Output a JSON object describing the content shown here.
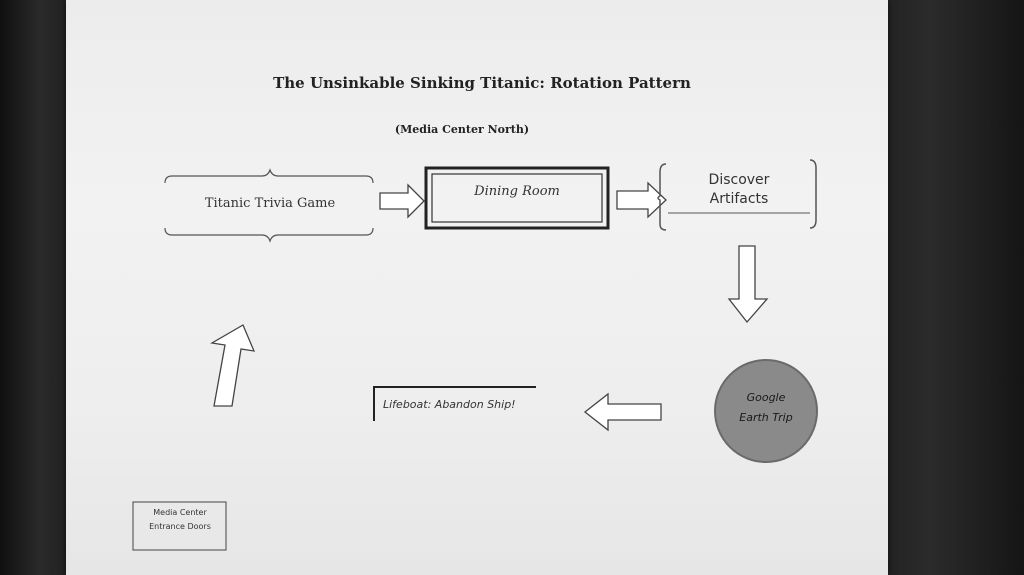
{
  "title": "The Unsinkable Sinking Titanic: Rotation Pattern",
  "subtitle": "(Media Center North)",
  "nodes": {
    "trivia": "Titanic Trivia Game",
    "dining": "Dining Room",
    "discover_line1": "Discover",
    "discover_line2": "Artifacts",
    "google_line1": "Google",
    "google_line2": "Earth Trip",
    "lifeboat": "Lifeboat: Abandon Ship!",
    "entrance_line1": "Media Center",
    "entrance_line2": "Entrance Doors"
  },
  "colors": {
    "paper": "#efefef",
    "ink": "#333333",
    "google_fill": "#8a8a8a"
  }
}
